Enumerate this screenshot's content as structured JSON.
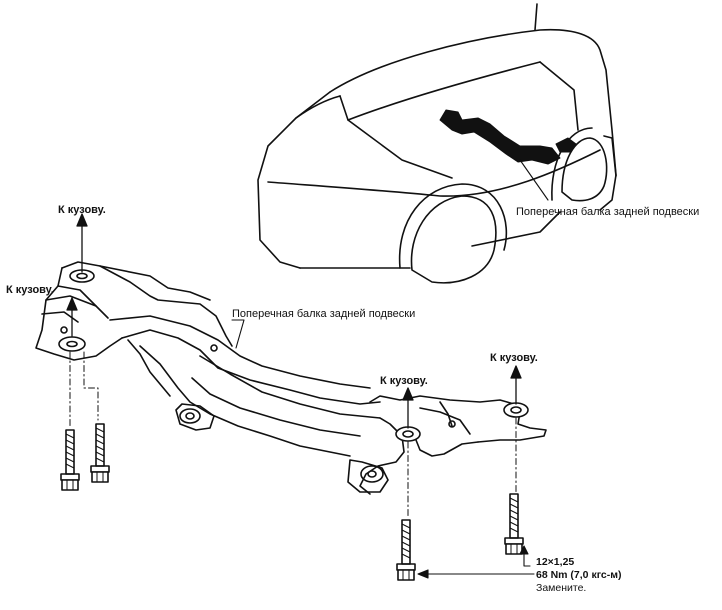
{
  "labels": {
    "k_kuzovu_top_left": "К кузову.",
    "k_kuzovu_left": "К кузову.",
    "k_kuzovu_mid": "К кузову.",
    "k_kuzovu_right": "К кузову.",
    "beam_callout_car": "Поперечная балка задней подвески",
    "beam_callout_main": "Поперечная балка задней подвески"
  },
  "bolt_spec": {
    "thread": "12×1,25",
    "torque": "68 Nm (7,0 кгс-м)",
    "note": "Замените."
  }
}
